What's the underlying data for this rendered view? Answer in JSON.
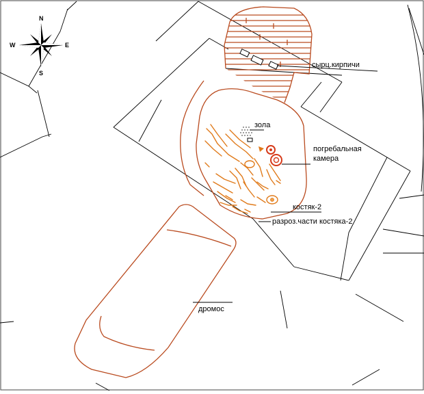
{
  "compass": {
    "north": "N",
    "south": "S",
    "west": "W",
    "east": "E"
  },
  "labels": {
    "bricks": "сырц.кирпичи",
    "ash": "зола",
    "chamber_line1": "погребальная",
    "chamber_line2": "камера",
    "skeleton": "костяк-2",
    "scattered_parts": "разроз.части костяка-2",
    "dromos": "дромос"
  },
  "colors": {
    "outline": "#000000",
    "tomb_contour": "#b94a1e",
    "bones": "#e07a1a",
    "ring_object": "#d63a1a"
  }
}
